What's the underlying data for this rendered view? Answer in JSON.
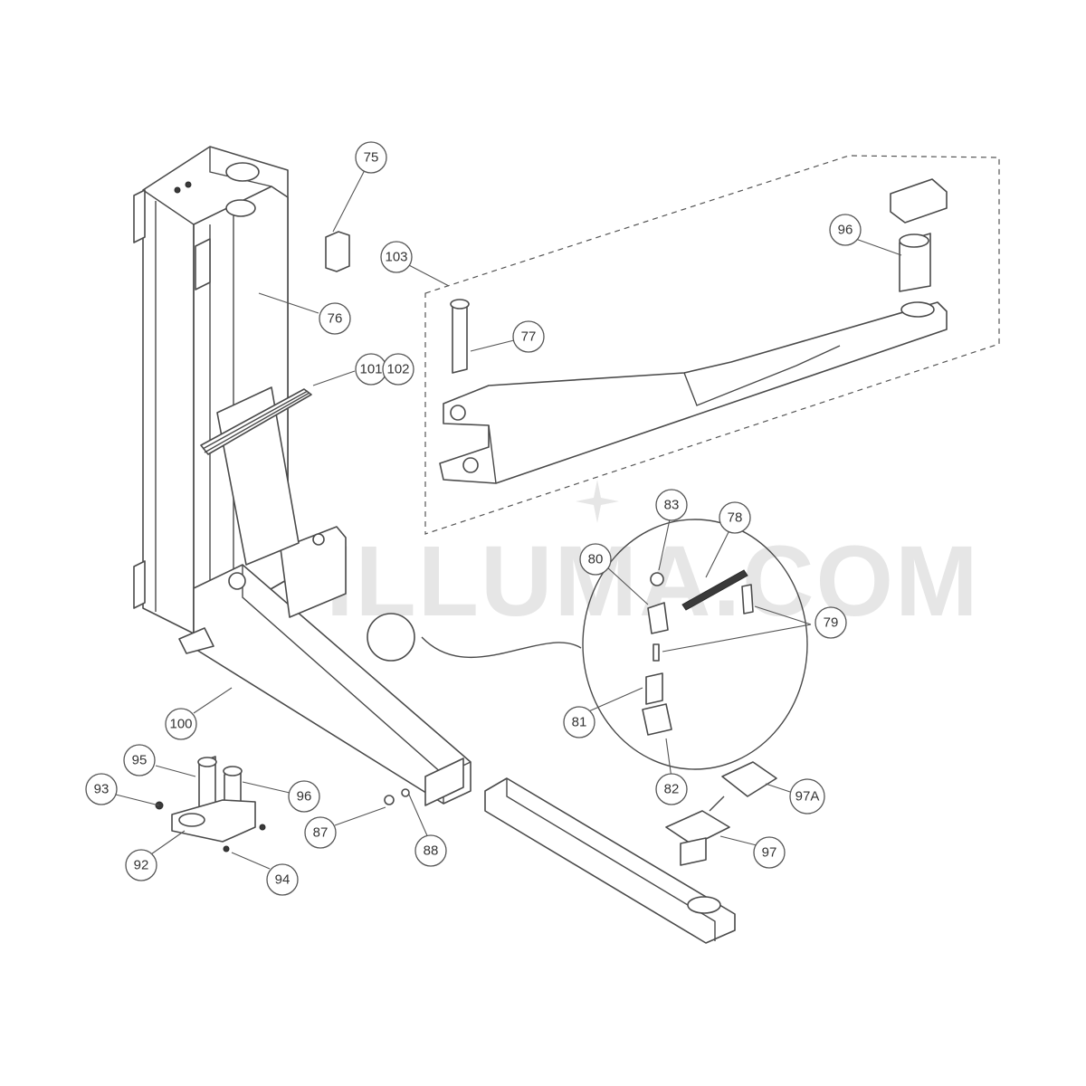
{
  "watermark": "ILLUMA.COM",
  "callouts": [
    {
      "id": "c75",
      "label": "75"
    },
    {
      "id": "c76",
      "label": "76"
    },
    {
      "id": "c103",
      "label": "103"
    },
    {
      "id": "c96a",
      "label": "96"
    },
    {
      "id": "c77",
      "label": "77"
    },
    {
      "id": "c101",
      "label": "101"
    },
    {
      "id": "c102",
      "label": "102"
    },
    {
      "id": "c83",
      "label": "83"
    },
    {
      "id": "c78",
      "label": "78"
    },
    {
      "id": "c80",
      "label": "80"
    },
    {
      "id": "c79",
      "label": "79"
    },
    {
      "id": "c81",
      "label": "81"
    },
    {
      "id": "c82",
      "label": "82"
    },
    {
      "id": "c100",
      "label": "100"
    },
    {
      "id": "c95",
      "label": "95"
    },
    {
      "id": "c96b",
      "label": "96"
    },
    {
      "id": "c93",
      "label": "93"
    },
    {
      "id": "c92",
      "label": "92"
    },
    {
      "id": "c94",
      "label": "94"
    },
    {
      "id": "c87",
      "label": "87"
    },
    {
      "id": "c88",
      "label": "88"
    },
    {
      "id": "c97a",
      "label": "97A"
    },
    {
      "id": "c97",
      "label": "97"
    }
  ]
}
